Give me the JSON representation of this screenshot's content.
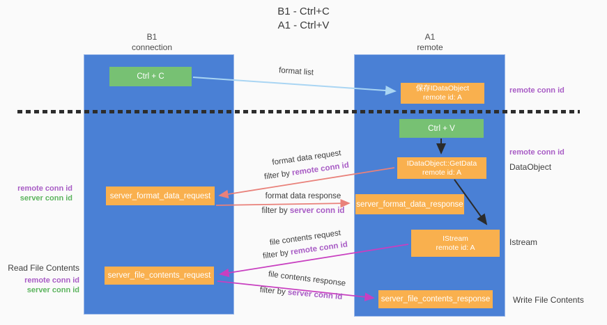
{
  "title": {
    "line1": "B1 - Ctrl+C",
    "line2": "A1 - Ctrl+V"
  },
  "columns": {
    "left": {
      "line1": "B1",
      "line2": "connection"
    },
    "right": {
      "line1": "A1",
      "line2": "remote"
    }
  },
  "nodes": {
    "ctrl_c": "Ctrl + C",
    "ctrl_v": "Ctrl + V",
    "save_idataobject": {
      "line1": "保存IDataObject",
      "line2": "remote id: A"
    },
    "getdata": {
      "line1": "IDataObject::GetData",
      "line2": "remote id: A"
    },
    "istream": {
      "line1": "IStream",
      "line2": "remote id: A"
    },
    "format_request": "server_format_data_request",
    "format_response": "server_format_data_response",
    "file_request": "server_file_contents_request",
    "file_response": "server_file_contents_response"
  },
  "side_labels": {
    "right": {
      "remote_conn_top": "remote conn id",
      "remote_conn_mid": "remote conn id",
      "dataobject": "DataObject",
      "istream": "Istream",
      "write_file": "Write File Contents"
    },
    "left_mid": {
      "remote_conn": "remote conn id",
      "server_conn": "server conn id"
    },
    "left_bottom": {
      "read_file": "Read File Contents",
      "remote_conn": "remote conn id",
      "server_conn": "server conn id"
    }
  },
  "flow_labels": {
    "format_list": "format list",
    "format_request": {
      "line1": "format data request",
      "prefix": "filter by ",
      "key": "remote conn id"
    },
    "format_response": {
      "line1": "format data response",
      "prefix": "filter by ",
      "key": "server conn id"
    },
    "file_request": {
      "line1": "file contents request",
      "prefix": "filter by ",
      "key": "remote conn id"
    },
    "file_response": {
      "line1": "file contents response",
      "prefix": "filter by ",
      "key": "server conn id"
    }
  },
  "colors": {
    "lifeline_blue": "#4a80d5",
    "node_green": "#77c173",
    "node_orange": "#f9b04e",
    "arrow_lightblue": "#a9d5f3",
    "arrow_black": "#2b2b2b",
    "arrow_salmon": "#e9817a",
    "arrow_magenta": "#c83fc0",
    "text_purple": "#a85cc5",
    "text_green": "#5cb45e"
  }
}
